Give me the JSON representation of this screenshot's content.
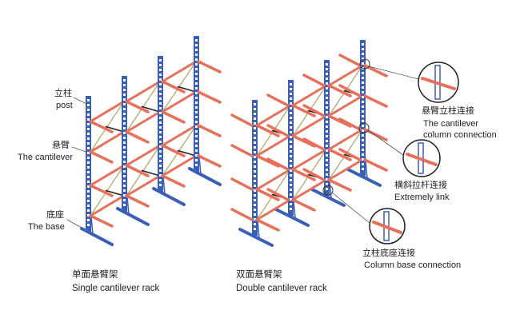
{
  "colors": {
    "post": "#3a5fb8",
    "arm": "#e8705a",
    "diag": "#b5a86a",
    "tie": "#222222",
    "leader": "#555555"
  },
  "left_labels": {
    "post_zh": "立柱",
    "post_en": "post",
    "cantilever_zh": "悬臂",
    "cantilever_en": "The cantilever",
    "base_zh": "底座",
    "base_en": "The base"
  },
  "captions": {
    "single_zh": "单面悬臂架",
    "single_en": "Single cantilever rack",
    "double_zh": "双面悬臂架",
    "double_en": "Double cantilever rack"
  },
  "details": {
    "cantilever_column_zh": "悬臂立柱连接",
    "cantilever_column_en1": "The cantilever",
    "cantilever_column_en2": "column connection",
    "link_zh": "横斜拉杆连接",
    "link_en": "Extremely link",
    "base_zh": "立柱底座连接",
    "base_en": "Column base connection"
  }
}
